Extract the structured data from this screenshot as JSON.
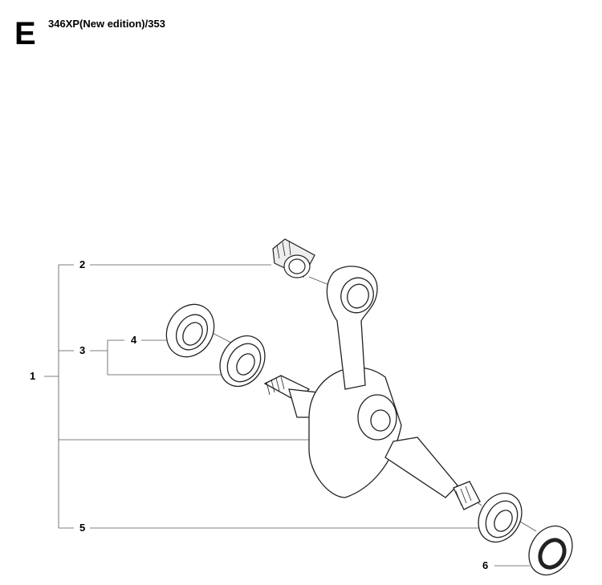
{
  "section": "E",
  "model": "346XP(New edition)/353",
  "callouts": [
    "1",
    "2",
    "3",
    "4",
    "5",
    "6"
  ]
}
